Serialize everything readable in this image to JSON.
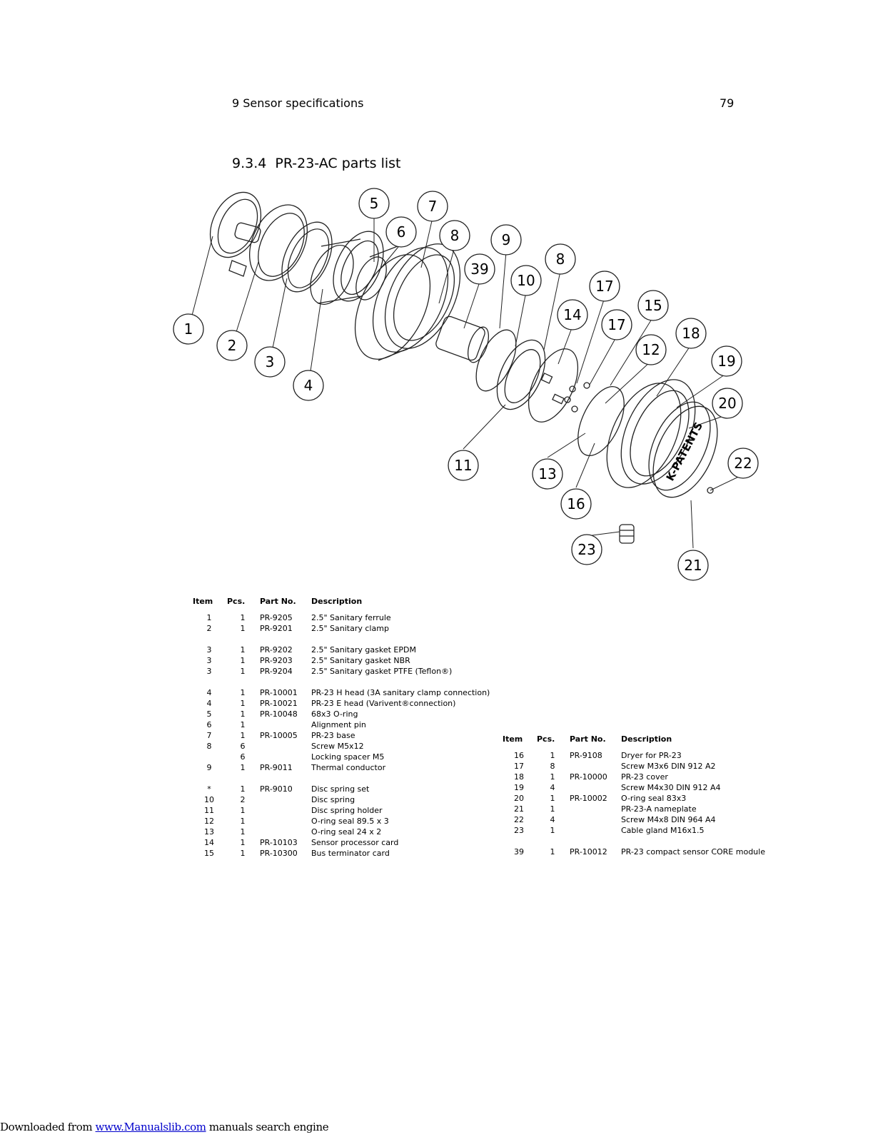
{
  "header": {
    "section": "9 Sensor specifications",
    "page_number": "79"
  },
  "section": {
    "number": "9.3.4",
    "title": "PR-23-AC parts list"
  },
  "diagram": {
    "callouts": [
      "1",
      "2",
      "3",
      "4",
      "5",
      "6",
      "7",
      "8",
      "39",
      "9",
      "10",
      "8",
      "14",
      "17",
      "17",
      "15",
      "12",
      "18",
      "19",
      "20",
      "11",
      "13",
      "16",
      "22",
      "23",
      "21"
    ],
    "logo_text": "K-PATENTS"
  },
  "table_headers": {
    "item": "Item",
    "pcs": "Pcs.",
    "part_no": "Part No.",
    "description": "Description"
  },
  "left_table": [
    {
      "item": "1",
      "pcs": "1",
      "part": "PR-9205",
      "desc": "2.5\" Sanitary ferrule"
    },
    {
      "item": "2",
      "pcs": "1",
      "part": "PR-9201",
      "desc": "2.5\" Sanitary clamp"
    },
    {
      "gap": true
    },
    {
      "item": "3",
      "pcs": "1",
      "part": "PR-9202",
      "desc": "2.5\" Sanitary gasket EPDM"
    },
    {
      "item": "3",
      "pcs": "1",
      "part": "PR-9203",
      "desc": "2.5\" Sanitary gasket NBR"
    },
    {
      "item": "3",
      "pcs": "1",
      "part": "PR-9204",
      "desc": "2.5\" Sanitary gasket PTFE (Teflon®)"
    },
    {
      "gap": true
    },
    {
      "item": "4",
      "pcs": "1",
      "part": "PR-10001",
      "desc": "PR-23 H head (3A sanitary clamp connection)"
    },
    {
      "item": "4",
      "pcs": "1",
      "part": "PR-10021",
      "desc": "PR-23 E head (Varivent®connection)"
    },
    {
      "item": "5",
      "pcs": "1",
      "part": "PR-10048",
      "desc": "68x3 O-ring"
    },
    {
      "item": "6",
      "pcs": "1",
      "part": "",
      "desc": "Alignment pin"
    },
    {
      "item": "7",
      "pcs": "1",
      "part": "PR-10005",
      "desc": "PR-23 base"
    },
    {
      "item": "8",
      "pcs": "6",
      "part": "",
      "desc": "Screw M5x12"
    },
    {
      "item": "",
      "pcs": "6",
      "part": "",
      "desc": "Locking spacer M5"
    },
    {
      "item": "9",
      "pcs": "1",
      "part": "PR-9011",
      "desc": "Thermal conductor"
    },
    {
      "gap": true
    },
    {
      "item": "*",
      "pcs": "1",
      "part": "PR-9010",
      "desc": "Disc spring set"
    },
    {
      "item": "10",
      "pcs": "2",
      "part": "",
      "desc": "Disc spring"
    },
    {
      "item": "11",
      "pcs": "1",
      "part": "",
      "desc": "Disc spring holder"
    },
    {
      "item": "12",
      "pcs": "1",
      "part": "",
      "desc": "O-ring seal 89.5 x 3"
    },
    {
      "item": "13",
      "pcs": "1",
      "part": "",
      "desc": "O-ring seal 24 x 2"
    },
    {
      "item": "14",
      "pcs": "1",
      "part": "PR-10103",
      "desc": "Sensor processor card"
    },
    {
      "item": "15",
      "pcs": "1",
      "part": "PR-10300",
      "desc": "Bus terminator card"
    }
  ],
  "right_table": [
    {
      "item": "16",
      "pcs": "1",
      "part": "PR-9108",
      "desc": "Dryer for PR-23"
    },
    {
      "item": "17",
      "pcs": "8",
      "part": "",
      "desc": "Screw M3x6 DIN 912 A2"
    },
    {
      "item": "18",
      "pcs": "1",
      "part": "PR-10000",
      "desc": "PR-23 cover"
    },
    {
      "item": "19",
      "pcs": "4",
      "part": "",
      "desc": "Screw M4x30 DIN 912 A4"
    },
    {
      "item": "20",
      "pcs": "1",
      "part": "PR-10002",
      "desc": "O-ring seal 83x3"
    },
    {
      "item": "21",
      "pcs": "1",
      "part": "",
      "desc": "PR-23-A nameplate"
    },
    {
      "item": "22",
      "pcs": "4",
      "part": "",
      "desc": "Screw M4x8 DIN 964 A4"
    },
    {
      "item": "23",
      "pcs": "1",
      "part": "",
      "desc": "Cable gland M16x1.5"
    },
    {
      "gap": true
    },
    {
      "item": "39",
      "pcs": "1",
      "part": "PR-10012",
      "desc": "PR-23 compact sensor CORE module"
    }
  ],
  "footer": {
    "prefix": "Downloaded from ",
    "link": "www.Manualslib.com",
    "suffix": " manuals search engine"
  }
}
